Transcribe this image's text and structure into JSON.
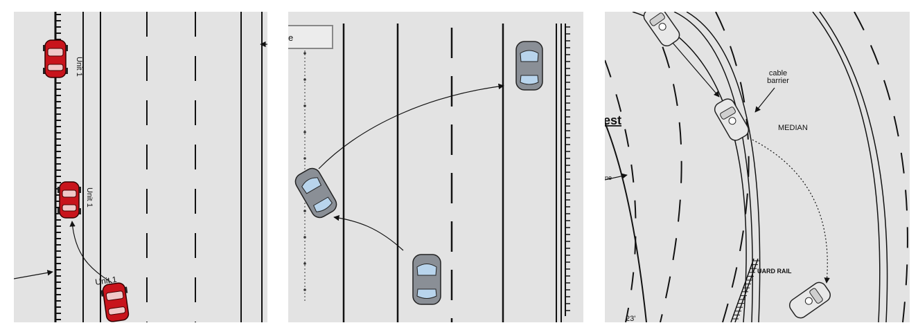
{
  "panels": [
    {
      "labels": {
        "unit_top": "Unit 1",
        "unit_mid": "Unit 1",
        "unit_bottom": "Unit 1"
      }
    },
    {
      "labels": {
        "sign_fragment": "e"
      }
    },
    {
      "labels": {
        "cable_barrier_line1": "cable",
        "cable_barrier_line2": "barrier",
        "median": "MEDIAN",
        "guard_rail": "UARD RAIL",
        "west_fragment": "est",
        "side_fragment": "ne",
        "distance": "23'"
      }
    }
  ],
  "colors": {
    "background": "#e3e3e3",
    "red_car": "#c8141c",
    "gray_car": "#8a8f96",
    "glass": "#b8d4ec"
  },
  "icons": [
    "red-car-icon",
    "gray-car-icon",
    "white-car-icon"
  ]
}
